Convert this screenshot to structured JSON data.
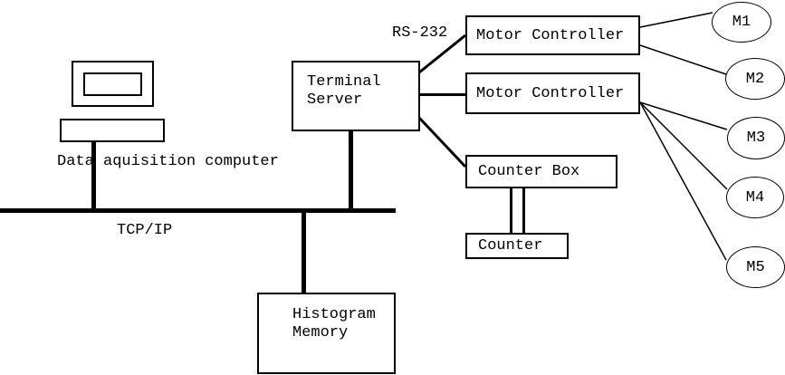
{
  "labels": {
    "rs232": "RS-232",
    "tcpip": "TCP/IP",
    "data_acquisition_computer": "Data aquisition computer"
  },
  "nodes": {
    "terminal_server": {
      "line1": "Terminal",
      "line2": "Server"
    },
    "motor_controller_1": {
      "label": "Motor Controller"
    },
    "motor_controller_2": {
      "label": "Motor Controller"
    },
    "counter_box": {
      "label": "Counter Box"
    },
    "counter": {
      "label": "Counter"
    },
    "histogram_memory": {
      "line1": "Histogram",
      "line2": "Memory"
    }
  },
  "motors": [
    {
      "label": "M1"
    },
    {
      "label": "M2"
    },
    {
      "label": "M3"
    },
    {
      "label": "M4"
    },
    {
      "label": "M5"
    }
  ],
  "colors": {
    "ink": "#000000",
    "background": "#ffffff"
  }
}
